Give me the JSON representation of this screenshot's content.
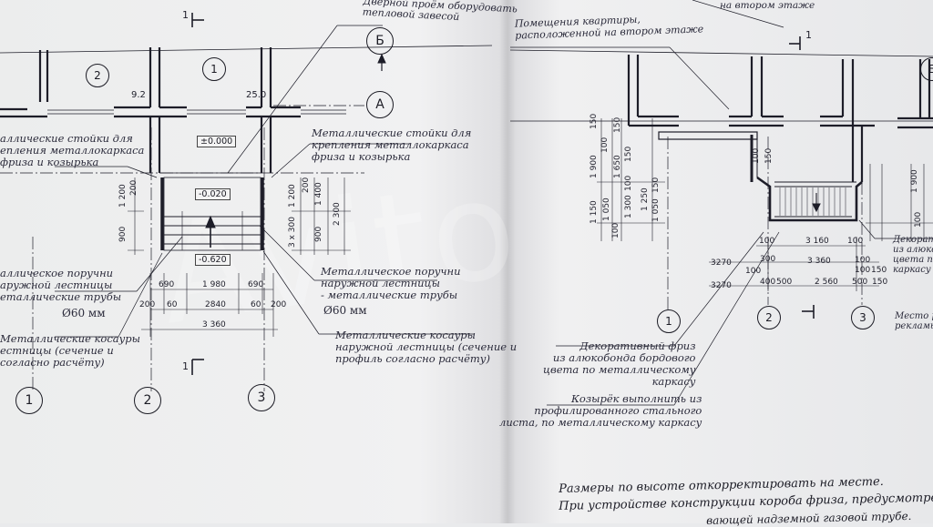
{
  "left_plan": {
    "axes": {
      "a1": "1",
      "a2": "2",
      "a3": "3",
      "aA": "А",
      "aB": "Б"
    },
    "rooms": {
      "r1": "1",
      "r2": "2"
    },
    "levels": {
      "l0": "±0.000",
      "l1": "-0.020",
      "l2": "-0.620"
    },
    "section_marks": {
      "top": "1",
      "bottom": "1"
    },
    "wall_dims": {
      "d92": "9.2",
      "d250": "25.0"
    },
    "dims_h": {
      "h690a": "690",
      "h1980": "1 980",
      "h690b": "690",
      "h200a": "200",
      "h60a": "60",
      "h2840": "2840",
      "h60b": "60",
      "h200b": "200",
      "h3360": "3 360"
    },
    "dims_v_left": {
      "v900": "900",
      "v1200": "1 200",
      "v200": "200"
    },
    "dims_v_right": {
      "v3x300": "3 x 300",
      "v1200": "1 200",
      "v200": "200",
      "v900": "900",
      "v1400": "1 400",
      "v2300": "2 300"
    },
    "notes": {
      "door": "Дверной проём оборудовать\nтепловой завесой",
      "posts_left": "аллические стойки для\nепления металлокаркаса\nфриза и козырька",
      "posts_right": "Металлические стойки для\nкрепления металлокаркаса\nфриза и козырька",
      "rail_left": "аллическое поручни\nаружной лестницы\nеталлические трубы",
      "rail_left_diam": "Ø60 мм",
      "rail_right": "Металлическое поручни\nнаружной лестницы\n- металлические трубы",
      "rail_right_diam": "Ø60 мм",
      "stringers_left": "Металлические косауры\nестницы (сечение и\nсогласно расчёту)",
      "stringers_right": "Металлические косауры\nнаружной лестницы (сечение и\nпрофиль согласно расчёту)"
    }
  },
  "right_section": {
    "axes": {
      "a1": "1",
      "a2": "2",
      "a3": "3",
      "aB": "Б"
    },
    "section_mark": "1",
    "notes": {
      "top_cut": "на втором этаже",
      "premises": "Помещения квартиры,\nрасположенной на втором этаже",
      "frieze": "Декоративный фриз\nиз алюкобонда бордового\nцвета по металлическому\nкаркасу",
      "canopy": "Козырёк выполнить из\nпрофилированного стального\nлиста, по металлическому каркасу",
      "deco_right": "Декорати\nиз алюкоб\nцвета по м\nкаркасу",
      "ad_place": "Место ра\nрекламы"
    },
    "dims_h": {
      "t100a": "100",
      "t3160": "3 160",
      "t100b": "100",
      "r3270a": "3270",
      "t300": "300",
      "t3360": "3 360",
      "t100c": "100",
      "t150a": "150",
      "r100d": "100",
      "r100e": "100",
      "r3270b": "3270",
      "t400": "400",
      "t500a": "500",
      "t2560": "2 560",
      "t500b": "500",
      "t150b": "150"
    },
    "dims_v": {
      "c150": "150",
      "c100": "100",
      "c1900": "1 900",
      "c1050": "1 050",
      "c1150": "1 150",
      "c100b": "100",
      "d150": "150",
      "d1650": "1 650",
      "d150b": "150",
      "d100": "100",
      "d1300": "1 300",
      "d1250": "1 250",
      "e1050": "1 050",
      "e150": "150",
      "e100": "100",
      "e1900": "1 900",
      "f100": "100",
      "f150": "150"
    }
  },
  "footnotes": {
    "line1": "Размеры по высоте откорректировать на месте.",
    "line2": "При устройстве конструкции короба фриза, предусмотреть",
    "line3": "вающей надземной газовой трубе."
  },
  "watermark": "Avito"
}
